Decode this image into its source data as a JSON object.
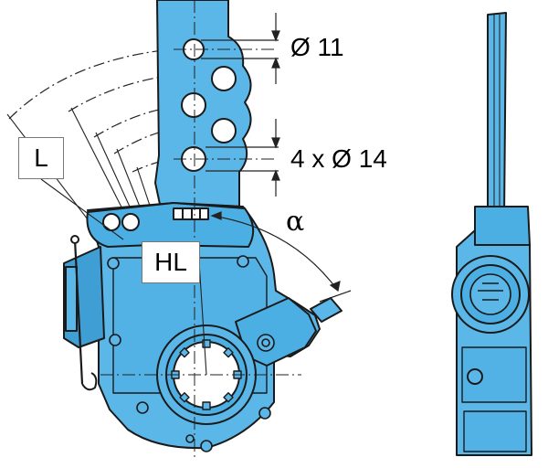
{
  "labels": {
    "lever_length": "L",
    "hole_distance": "HL"
  },
  "dimensions": {
    "small_hole": "Ø 11",
    "large_holes": "4 x Ø 14",
    "angle": "α"
  },
  "colors": {
    "body_fill": "#5bb7e8",
    "body_shade": "#3f9fd4",
    "outline": "#1a1a1a",
    "background": "#ffffff"
  },
  "icons": {
    "manufacturer_logo": "bpw-logo-icon"
  }
}
